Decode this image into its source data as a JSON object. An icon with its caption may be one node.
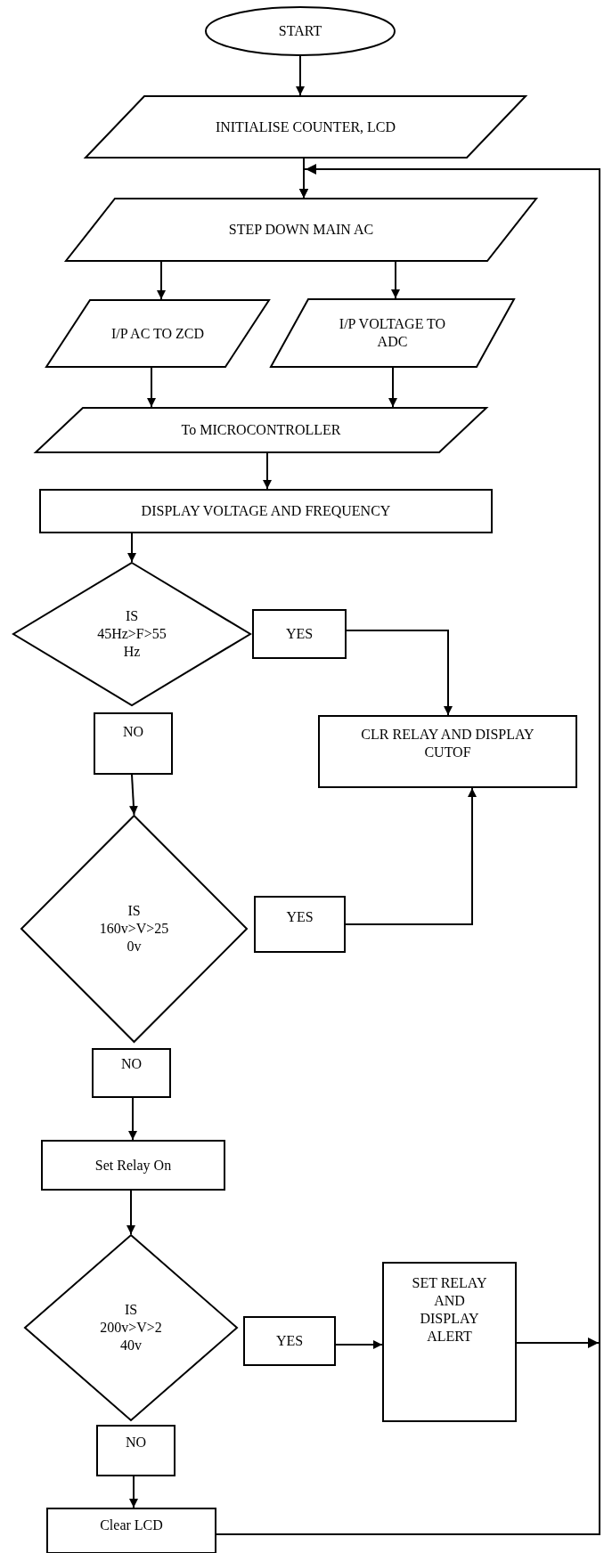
{
  "diagram": {
    "nodes": [
      {
        "text": [
          "START"
        ]
      },
      {
        "text": [
          "INITIALISE COUNTER, LCD"
        ]
      },
      {
        "text": [
          "STEP DOWN MAIN AC"
        ]
      },
      {
        "text": [
          "I/P AC TO ZCD"
        ]
      },
      {
        "text": [
          "I/P VOLTAGE TO ADC"
        ]
      },
      {
        "text": [
          "To MICROCONTROLLER"
        ]
      },
      {
        "text": [
          "DISPLAY VOLTAGE AND FREQUENCY"
        ]
      },
      {
        "text": [
          "IS 45Hz>F>55 Hz"
        ]
      },
      {
        "text": [
          "YES"
        ]
      },
      {
        "text": [
          "NO"
        ]
      },
      {
        "text": [
          "CLR RELAY AND DISPLAY CUTOF"
        ]
      },
      {
        "text": [
          "IS 160v>V>25 0v"
        ]
      },
      {
        "text": [
          "YES"
        ]
      },
      {
        "text": [
          "NO"
        ]
      },
      {
        "text": [
          "Set Relay On"
        ]
      },
      {
        "text": [
          "IS 200v>V>2 40v"
        ]
      },
      {
        "text": [
          "YES"
        ]
      },
      {
        "text": [
          "SET RELAY AND DISPLAY ALERT"
        ]
      },
      {
        "text": [
          "NO"
        ]
      },
      {
        "text": [
          "Clear LCD"
        ]
      }
    ],
    "edges": [
      {
        "from": 0,
        "to": 1,
        "arrow": "to"
      },
      {
        "from": 1,
        "to": 2,
        "arrow": "to"
      },
      {
        "from": 2,
        "to": 3,
        "arrow": "to"
      },
      {
        "from": 2,
        "to": 4,
        "arrow": "to"
      },
      {
        "from": 3,
        "to": 5,
        "arrow": "to"
      },
      {
        "from": 4,
        "to": 5,
        "arrow": "to"
      },
      {
        "from": 5,
        "to": 6,
        "arrow": "to"
      },
      {
        "from": 6,
        "to": 7,
        "arrow": "to"
      },
      {
        "from": 8,
        "to": 10,
        "arrow": "to"
      },
      {
        "from": 9,
        "to": 11,
        "arrow": "to"
      },
      {
        "from": 12,
        "to": 10,
        "arrow": "to"
      },
      {
        "from": 13,
        "to": 14,
        "arrow": "to"
      },
      {
        "from": 14,
        "to": 15,
        "arrow": "to"
      },
      {
        "from": 16,
        "to": 17,
        "arrow": "to"
      },
      {
        "from": 18,
        "to": 19,
        "arrow": "to"
      },
      {
        "from": 19,
        "to": 2,
        "arrow": "to"
      },
      {
        "from": 17,
        "to": 2,
        "arrow": "to"
      }
    ]
  }
}
